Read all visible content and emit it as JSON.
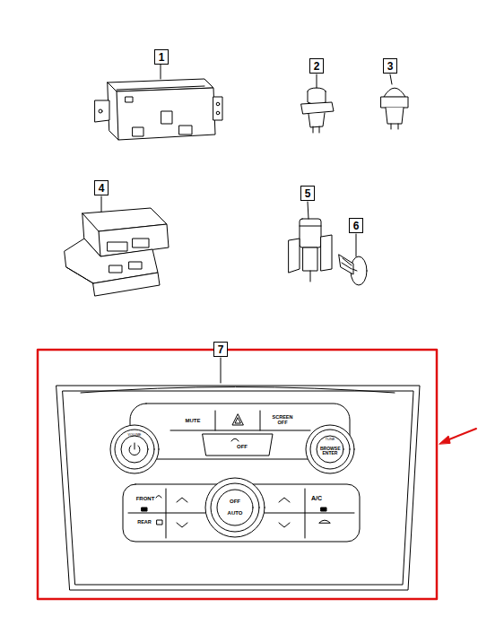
{
  "diagram": {
    "nodes": [
      {
        "text": [
          "1"
        ]
      },
      {
        "text": [
          "2"
        ]
      },
      {
        "text": [
          "3"
        ]
      },
      {
        "text": [
          "4"
        ]
      },
      {
        "text": [
          "5"
        ]
      },
      {
        "text": [
          "6"
        ]
      },
      {
        "text": [
          "7"
        ]
      }
    ],
    "edges": [],
    "labels": [
      "MUTE",
      "SCREEN OFF",
      "OFF",
      "VOLUME",
      "TUNE",
      "BROWSE ENTER",
      "FRONT",
      "REAR",
      "OFF",
      "AUTO",
      "A/C"
    ]
  }
}
